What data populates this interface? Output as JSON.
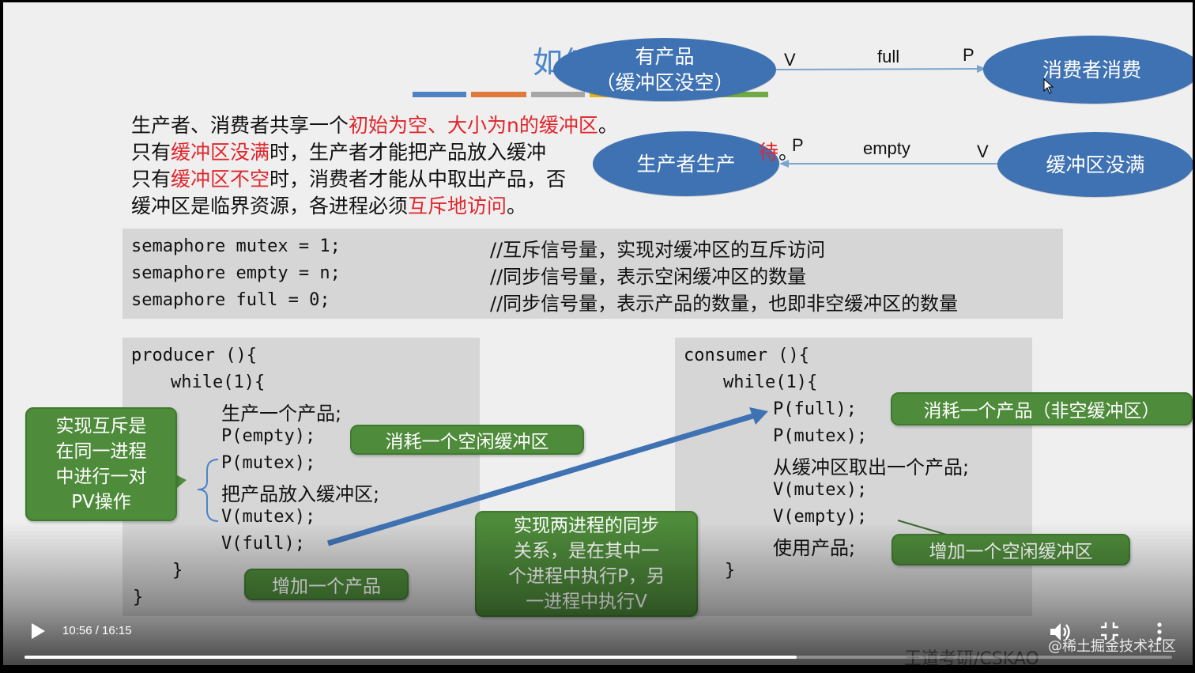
{
  "slide": {
    "title_partial": "如何",
    "colors": {
      "accent_blue": "#3f72b3",
      "red_text": "#e0262c",
      "callout_green": "#4e8b3b",
      "code_bg": "#d6d6d6"
    },
    "diagram": {
      "has_product": "有产品\n（缓冲区没空）",
      "consumer_consume": "消费者消费",
      "producer_produce": "生产者生产",
      "buffer_not_full": "缓冲区没满",
      "top_arrow": {
        "left": "V",
        "mid": "full",
        "right": "P"
      },
      "bottom_arrow": {
        "left": "P",
        "mid": "empty",
        "right": "V"
      }
    },
    "intro": {
      "l1_a": "生产者、消费者共享一个",
      "l1_b": "初始为空、大小为n的缓冲区",
      "l1_c": "。",
      "l2_a": "只有",
      "l2_b": "缓冲区没满",
      "l2_c": "时，生产者才能把产品放入缓冲",
      "l2_d": "待",
      "l2_e": "。",
      "l3_a": "只有",
      "l3_b": "缓冲区不空",
      "l3_c": "时，消费者才能从中取出产品，",
      "l3_d": "否",
      "l4_a": "缓冲区是临界资源，各进程必须",
      "l4_b": "互斥地访问",
      "l4_c": "。"
    },
    "semaphores": [
      {
        "code": "semaphore mutex = 1;",
        "comment": "//互斥信号量，实现对缓冲区的互斥访问"
      },
      {
        "code": "semaphore empty = n;",
        "comment": "//同步信号量，表示空闲缓冲区的数量"
      },
      {
        "code": "semaphore full = 0;",
        "comment": "//同步信号量，表示产品的数量，也即非空缓冲区的数量"
      }
    ],
    "producer": {
      "l1": "producer (){",
      "l2": "while(1){",
      "l3": "生产一个产品;",
      "l4": "P(empty);",
      "l5": "P(mutex);",
      "l6": "把产品放入缓冲区;",
      "l7": "V(mutex);",
      "l8": "V(full);",
      "l9": "}",
      "l10": "}"
    },
    "consumer": {
      "l1": "consumer (){",
      "l2": "while(1){",
      "l3": "P(full);",
      "l4": "P(mutex);",
      "l5": "从缓冲区取出一个产品;",
      "l6": "V(mutex);",
      "l7": "V(empty);",
      "l8": "使用产品;",
      "l9": "}"
    },
    "callouts": {
      "mutex_note": "实现互斥是\n在同一进程\n中进行一对\nPV操作",
      "consume_empty": "消耗一个空闲缓冲区",
      "add_product": "增加一个产品",
      "sync_note": "实现两进程的同步\n关系，是在其中一\n个进程中执行P，另\n一进程中执行V",
      "consume_product": "消耗一个产品（非空缓冲区）",
      "add_empty": "增加一个空闲缓冲区"
    },
    "source_partial": "王道考研/CSKAO"
  },
  "player": {
    "time": "10:56 / 16:15",
    "progress": 0.673,
    "watermark": "@稀土掘金技术社区",
    "icons": [
      "play-icon",
      "volume-icon",
      "exit-fullscreen-icon",
      "more-icon"
    ]
  }
}
